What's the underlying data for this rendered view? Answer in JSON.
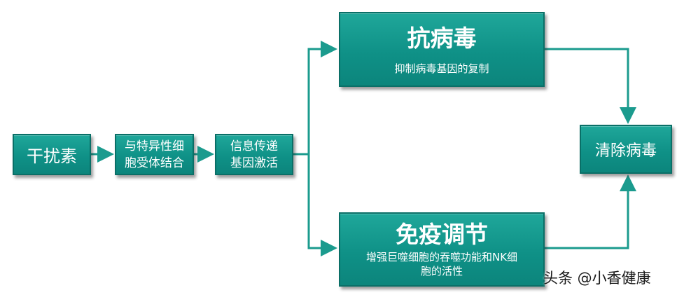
{
  "nodes": {
    "interferon": "干扰素",
    "receptor_line1": "与特异性细",
    "receptor_line2": "胞受体结合",
    "signal_line1": "信息传递",
    "signal_line2": "基因激活",
    "antiviral_title": "抗病毒",
    "antiviral_desc": "抑制病毒基因的复制",
    "immune_title": "免疫调节",
    "immune_desc_line1": "增强巨噬细胞的吞噬功能和NK细",
    "immune_desc_line2": "胞的活性",
    "clear_virus": "清除病毒"
  },
  "watermark": "头条 @小香健康",
  "colors": {
    "box_fill": "#129a8f",
    "box_border": "#0a6f67",
    "arrow": "#1b9b8e",
    "text": "#ffffff"
  }
}
